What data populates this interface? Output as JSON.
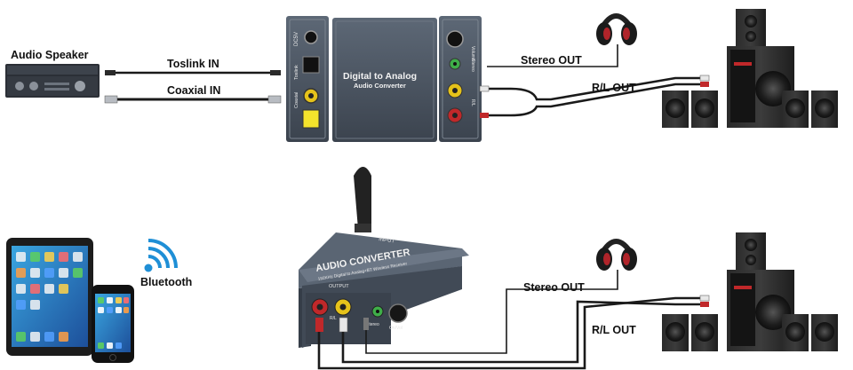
{
  "labels": {
    "audio_speaker": "Audio Speaker",
    "toslink_in": "Toslink IN",
    "coaxial_in": "Coaxial IN",
    "stereo_out_top": "Stereo OUT",
    "rl_out_top": "R/L OUT",
    "stereo_out_bottom": "Stereo OUT",
    "rl_out_bottom": "R/L OUT",
    "bluetooth": "Bluetooth"
  },
  "converter_top": {
    "title": "Digital to Analog",
    "subtitle": "Audio Converter",
    "dc_label": "DC5V",
    "toslink_port": "Toslink",
    "coaxial_port": "Coaxial",
    "volume_label": "Volume",
    "stereo_label": "Stereo",
    "rl_label": "R/L"
  },
  "converter_bottom": {
    "title": "AUDIO CONVERTER",
    "subtitle": "192KHz Digital to Analog+BT Wireless Receiver",
    "input_label": "INPUT",
    "output_label": "OUTPUT",
    "rl_label": "R/L",
    "stereo_label": "Stereo",
    "volume_label": "On/Vol"
  },
  "colors": {
    "device": "#4a5563",
    "device_dark": "#353d48",
    "cable": "#1a1a1a",
    "bluetooth": "#1f8fd6",
    "rca_red": "#c0282a",
    "rca_white": "#e8e8e8",
    "rca_yellow": "#e5c21a",
    "port_green": "#3fae49"
  }
}
